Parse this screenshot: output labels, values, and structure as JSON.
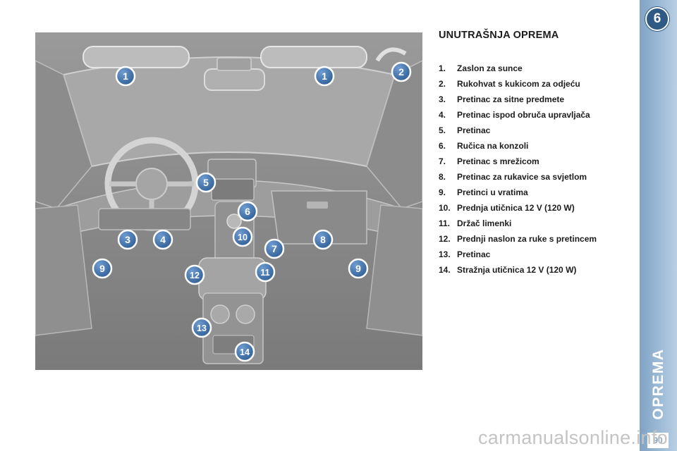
{
  "title": "UNUTRAŠNJA OPREMA",
  "legend": [
    {
      "num": "1.",
      "text": "Zaslon za sunce"
    },
    {
      "num": "2.",
      "text": "Rukohvat s kukicom za odjeću"
    },
    {
      "num": "3.",
      "text": "Pretinac za sitne predmete"
    },
    {
      "num": "4.",
      "text": "Pretinac ispod obruča upravljača"
    },
    {
      "num": "5.",
      "text": "Pretinac"
    },
    {
      "num": "6.",
      "text": "Ručica na konzoli"
    },
    {
      "num": "7.",
      "text": "Pretinac s mrežicom"
    },
    {
      "num": "8.",
      "text": "Pretinac za rukavice sa svjetlom"
    },
    {
      "num": "9.",
      "text": "Pretinci u vratima"
    },
    {
      "num": "10.",
      "text": "Prednja utičnica 12 V (120 W)"
    },
    {
      "num": "11.",
      "text": "Držač limenki"
    },
    {
      "num": "12.",
      "text": "Prednji naslon za ruke s pretincem"
    },
    {
      "num": "13.",
      "text": "Pretinac"
    },
    {
      "num": "14.",
      "text": "Stražnja utičnica 12 V (120 W)"
    }
  ],
  "callouts": {
    "c1a": "1",
    "c1b": "1",
    "c2": "2",
    "c3": "3",
    "c4": "4",
    "c5": "5",
    "c6": "6",
    "c7": "7",
    "c8": "8",
    "c9a": "9",
    "c9b": "9",
    "c10": "10",
    "c11": "11",
    "c12": "12",
    "c13": "13",
    "c14": "14"
  },
  "sidebar": {
    "chapter_number": "6",
    "section_label": "OPREMA",
    "page_number": "90"
  },
  "watermark": "carmanualsonline.info",
  "colors": {
    "sidebar": "#9ebbd6",
    "badge": "#2f5a86",
    "callout": "#3d6fa6"
  }
}
